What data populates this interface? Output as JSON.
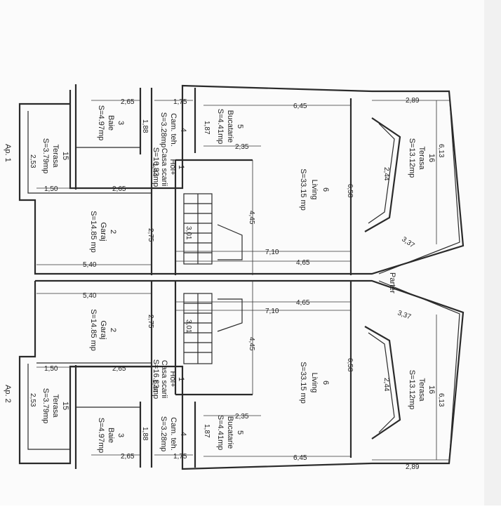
{
  "plan": {
    "level_label": "Parter",
    "apartments": [
      {
        "id": "ap1",
        "label": "Ap. 1",
        "rooms": [
          {
            "no": "1",
            "name": "Hol+",
            "name2": "Casa scarii",
            "area": "S=16.83mp"
          },
          {
            "no": "2",
            "name": "Garaj",
            "area": "S=14.85 mp"
          },
          {
            "no": "3",
            "name": "Baie",
            "area": "S=4.97mp"
          },
          {
            "no": "4",
            "name": "Cam. teh.",
            "area": "S=3.28mp"
          },
          {
            "no": "5",
            "name": "Bucatarie",
            "area": "S=4.41mp"
          },
          {
            "no": "6",
            "name": "Living",
            "area": "S=33.15 mp"
          },
          {
            "no": "15",
            "name": "Terasa",
            "area": "S=3.79mp"
          },
          {
            "no": "16",
            "name": "Terasa",
            "area": "S=13.12mp"
          }
        ],
        "dims": [
          "2,65",
          "1,75",
          "6,45",
          "2,89",
          "1,88",
          "1,87",
          "2,35",
          "1,44",
          "1,50",
          "2,65",
          "2,53",
          "2,75",
          "4,45",
          "6,58",
          "2,44",
          "6,13",
          "3,01",
          "7,10",
          "4,65",
          "5,40",
          "3,37"
        ]
      },
      {
        "id": "ap2",
        "label": "Ap. 2",
        "rooms": [
          {
            "no": "1",
            "name": "Hol+",
            "name2": "Casa scarii",
            "area": "S=16.83mp"
          },
          {
            "no": "2",
            "name": "Garaj",
            "area": "S=14.85 mp"
          },
          {
            "no": "3",
            "name": "Baie",
            "area": "S=4.97mp"
          },
          {
            "no": "4",
            "name": "Cam. teh.",
            "area": "S=3.28mp"
          },
          {
            "no": "5",
            "name": "Bucatarie",
            "area": "S=4.41mp"
          },
          {
            "no": "6",
            "name": "Living",
            "area": "S=33.15 mp"
          },
          {
            "no": "15",
            "name": "Terasa",
            "area": "S=3.79mp"
          },
          {
            "no": "16",
            "name": "Terasa",
            "area": "S=13.12mp"
          }
        ],
        "dims": [
          "5,40",
          "7,10",
          "4,65",
          "3,37",
          "3,01",
          "2,75",
          "4,45",
          "6,58",
          "2,44",
          "6,13",
          "1,50",
          "2,65",
          "1,44",
          "2,35",
          "2,53",
          "1,88",
          "1,87",
          "2,65",
          "1,75",
          "6,45",
          "2,89"
        ]
      }
    ]
  }
}
